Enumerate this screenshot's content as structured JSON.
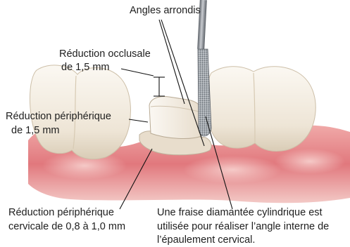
{
  "labels": {
    "rounded_angles": "Angles arrondis",
    "occlusal_reduction_line1": "Réduction occlusale",
    "occlusal_reduction_line2": "de 1,5 mm",
    "peripheral_reduction_line1": "Réduction périphérique",
    "peripheral_reduction_line2": "de 1,5 mm",
    "cervical_reduction_line1": "Réduction périphérique",
    "cervical_reduction_line2": "cervicale de 0,8 à 1,0 mm",
    "bur_note_line1": "Une fraise diamantée cylindrique est",
    "bur_note_line2": "utilisée pour réaliser l’angle interne de",
    "bur_note_line3": "l’épaulement cervical."
  },
  "colors": {
    "gum": "#e58a8c",
    "gum_dark": "#c95a60",
    "tooth": "#f4eee4",
    "tooth_shadow": "#d8ccb8",
    "bur_shaft": "#8a8f96",
    "leader_line": "#111111"
  }
}
